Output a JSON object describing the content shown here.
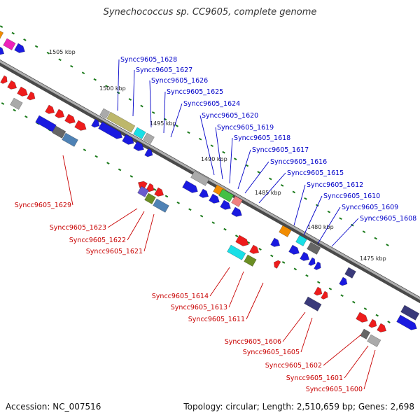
{
  "title": "Synechococcus sp. CC9605, complete genome",
  "accession": "Accession: NC_007516",
  "topology": "Topology: circular; Length: 2,510,659 bp; Genes: 2,698",
  "colors": {
    "backbone": "#7f7f7f",
    "forward_label": "#0000c8",
    "reverse_label": "#c80000",
    "tick": "#1a7a1a"
  },
  "scale_labels": [
    "1505 kbp",
    "1500 kbp",
    "1495 kbp",
    "1490 kbp",
    "1485 kbp",
    "1480 kbp",
    "1475 kbp"
  ],
  "forward_gene_labels": [
    "Syncc9605_1628",
    "Syncc9605_1627",
    "Syncc9605_1626",
    "Syncc9605_1625",
    "Syncc9605_1624",
    "Syncc9605_1620",
    "Syncc9605_1619",
    "Syncc9605_1618",
    "Syncc9605_1617",
    "Syncc9605_1616",
    "Syncc9605_1615",
    "Syncc9605_1612",
    "Syncc9605_1610",
    "Syncc9605_1609",
    "Syncc9605_1608"
  ],
  "reverse_gene_labels": [
    "Syncc9605_1629",
    "Syncc9605_1623",
    "Syncc9605_1622",
    "Syncc9605_1621",
    "Syncc9605_1614",
    "Syncc9605_1613",
    "Syncc9605_1611",
    "Syncc9605_1606",
    "Syncc9605_1605",
    "Syncc9605_1602",
    "Syncc9605_1601",
    "Syncc9605_1600"
  ]
}
